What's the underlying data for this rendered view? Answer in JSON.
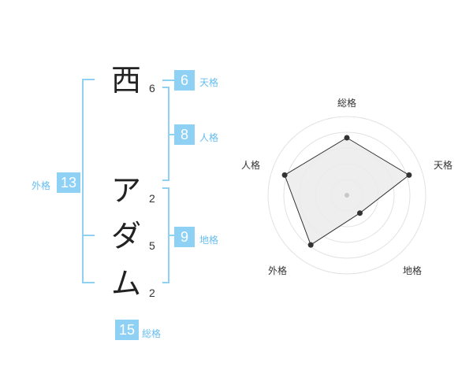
{
  "name": {
    "characters": [
      "西",
      "ア",
      "ダ",
      "ム"
    ],
    "strokes": [
      "6",
      "2",
      "5",
      "2"
    ]
  },
  "scores": {
    "tenkaku": {
      "value": "6",
      "label": "天格"
    },
    "jinkaku": {
      "value": "8",
      "label": "人格"
    },
    "chikaku": {
      "value": "9",
      "label": "地格"
    },
    "gaikaku": {
      "value": "13",
      "label": "外格"
    },
    "soukaku": {
      "value": "15",
      "label": "総格"
    }
  },
  "radar": {
    "labels": {
      "top": "総格",
      "right": "天格",
      "bottom_right": "地格",
      "bottom_left": "外格",
      "left": "人格"
    },
    "rings": 5,
    "values": {
      "soukaku": 0.73,
      "tenkaku": 0.83,
      "chikaku": 0.28,
      "gaikaku": 0.78,
      "jinkaku": 0.83
    },
    "colors": {
      "ring": "#e2e2e2",
      "fill": "#ebebeb",
      "stroke": "#333333",
      "point": "#333333",
      "center": "#c8c8c8"
    }
  }
}
